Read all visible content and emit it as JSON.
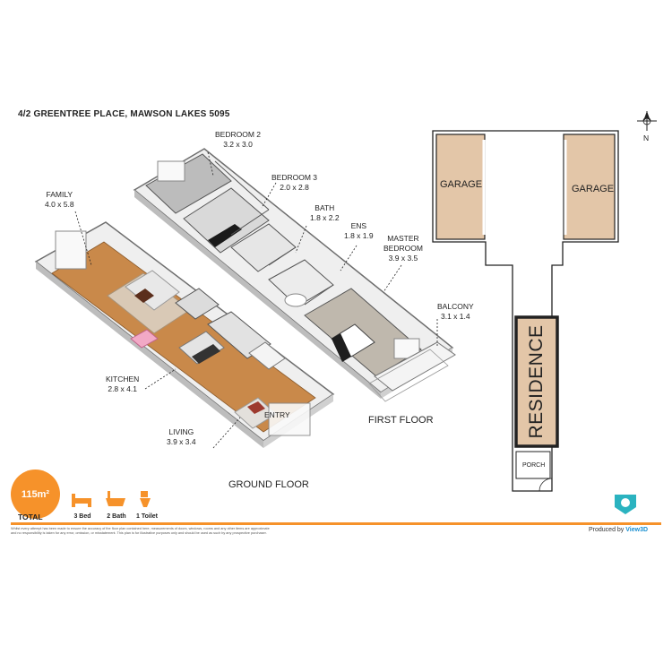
{
  "address": "4/2 GREENTREE PLACE, MAWSON LAKES 5095",
  "compass_label": "N",
  "rooms": {
    "bedroom2": {
      "name": "BEDROOM 2",
      "dims": "3.2 x 3.0"
    },
    "bedroom3": {
      "name": "BEDROOM 3",
      "dims": "2.0 x 2.8"
    },
    "bath": {
      "name": "BATH",
      "dims": "1.8 x 2.2"
    },
    "ens": {
      "name": "ENS",
      "dims": "1.8 x 1.9"
    },
    "master": {
      "name": "MASTER",
      "name2": "BEDROOM",
      "dims": "3.9 x 3.5"
    },
    "balcony": {
      "name": "BALCONY",
      "dims": "3.1 x 1.4"
    },
    "family": {
      "name": "FAMILY",
      "dims": "4.0 x 5.8"
    },
    "kitchen": {
      "name": "KITCHEN",
      "dims": "2.8 x 4.1"
    },
    "living": {
      "name": "LIVING",
      "dims": "3.9 x 3.4"
    },
    "entry": {
      "name": "ENTRY"
    }
  },
  "floors": {
    "first": "FIRST FLOOR",
    "ground": "GROUND FLOOR"
  },
  "site": {
    "garage_left": "GARAGE",
    "garage_right": "GARAGE",
    "residence": "RESIDENCE",
    "porch": "PORCH"
  },
  "summary": {
    "area": "115m²",
    "total_label": "TOTAL",
    "beds": "3 Bed",
    "baths": "2 Bath",
    "toilets": "1 Toilet"
  },
  "footer": {
    "disclaimer": "Whilst every attempt has been made to ensure the accuracy of the floor plan contained here, measurements of doors, windows, rooms and any other items are approximate and no responsibility is taken for any error, omission, or misstatement. This plan is for illustrative purposes only and should be used as such by any prospective purchaser.",
    "produced_prefix": "Produced by ",
    "produced_brand": "View3D"
  },
  "colors": {
    "accent": "#f6922a",
    "garage": "#e3c6a8",
    "floor_wood": "#c9894a",
    "brand": "#1a8fd0"
  }
}
